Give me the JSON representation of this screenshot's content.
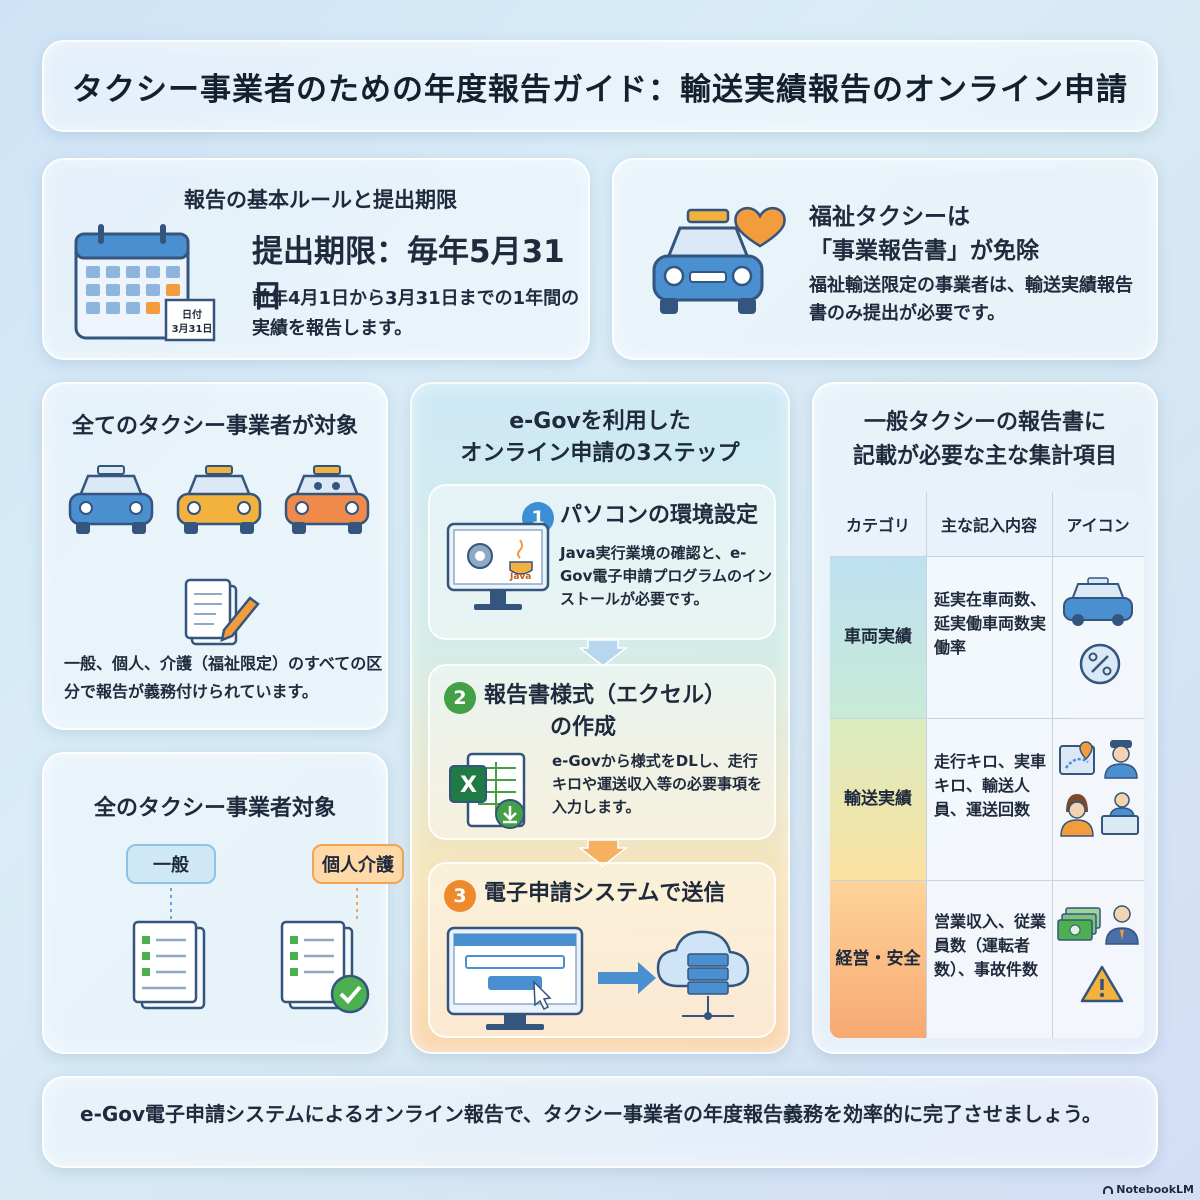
{
  "title": "タクシー事業者のための年度報告ガイド：輸送実績報告のオンライン申請",
  "rules": {
    "heading": "報告の基本ルールと提出期限",
    "deadline": "提出期限：毎年5月31日",
    "description": "前年4月1日から3月31日までの1年間の実績を報告します。",
    "calendar_tag_top": "日付",
    "calendar_tag_bottom": "3月31日"
  },
  "welfare": {
    "heading_line1": "福祉タクシーは",
    "heading_line2": "「事業報告書」が免除",
    "description": "福祉輸送限定の事業者は、輸送実績報告書のみ提出が必要です。"
  },
  "all_taxi": {
    "heading": "全てのタクシー事業者が対象",
    "description": "一般、個人、介護（福祉限定）のすべての区分で報告が義務付けられています。"
  },
  "categories": {
    "heading": "全のタクシー事業者対象",
    "general": "一般",
    "personal": "個人介護"
  },
  "steps": {
    "heading_line1": "e-Govを利用した",
    "heading_line2": "オンライン申請の3ステップ",
    "items": [
      {
        "num": "1",
        "title": "パソコンの環境設定",
        "desc": "Java実行業境の確認と、e-Gov電子申請プログラムのインストールが必要です。",
        "icon_label": "Java"
      },
      {
        "num": "2",
        "title_line1": "報告書様式（エクセル）",
        "title_line2": "の作成",
        "desc": "e-Govから様式をDLし、走行キロや運送収入等の必要事項を入力します。"
      },
      {
        "num": "3",
        "title": "電子申請システムで送信"
      }
    ]
  },
  "table": {
    "heading_line1": "一般タクシーの報告書に",
    "heading_line2": "記載が必要な主な集計項目",
    "headers": [
      "カテゴリ",
      "主な記入内容",
      "アイコン"
    ],
    "rows": [
      {
        "category": "車両実績",
        "content": "延実在車両数、延実働車両数実働率",
        "icons": [
          "taxi-icon",
          "percent-icon"
        ]
      },
      {
        "category": "輸送実績",
        "content": "走行キロ、実車キロ、輸送人員、運送回数",
        "icons": [
          "map-route-icon",
          "driver-icon",
          "passenger-icon",
          "counter-icon"
        ]
      },
      {
        "category": "経営・安全",
        "content": "営業収入、従業員数（運転者数）、事故件数",
        "icons": [
          "money-icon",
          "staff-icon",
          "warning-icon"
        ]
      }
    ]
  },
  "footer": "e-Gov電子申請システムによるオンライン報告で、タクシー事業者の年度報告義務を効率的に完了させましょう。",
  "brand": "NotebookLM",
  "colors": {
    "blue": "#4a8fd0",
    "orange": "#f39c3d",
    "green": "#4caf50",
    "step1": "#3b8fd4",
    "step2": "#43a047",
    "step3": "#ef8a2c"
  }
}
